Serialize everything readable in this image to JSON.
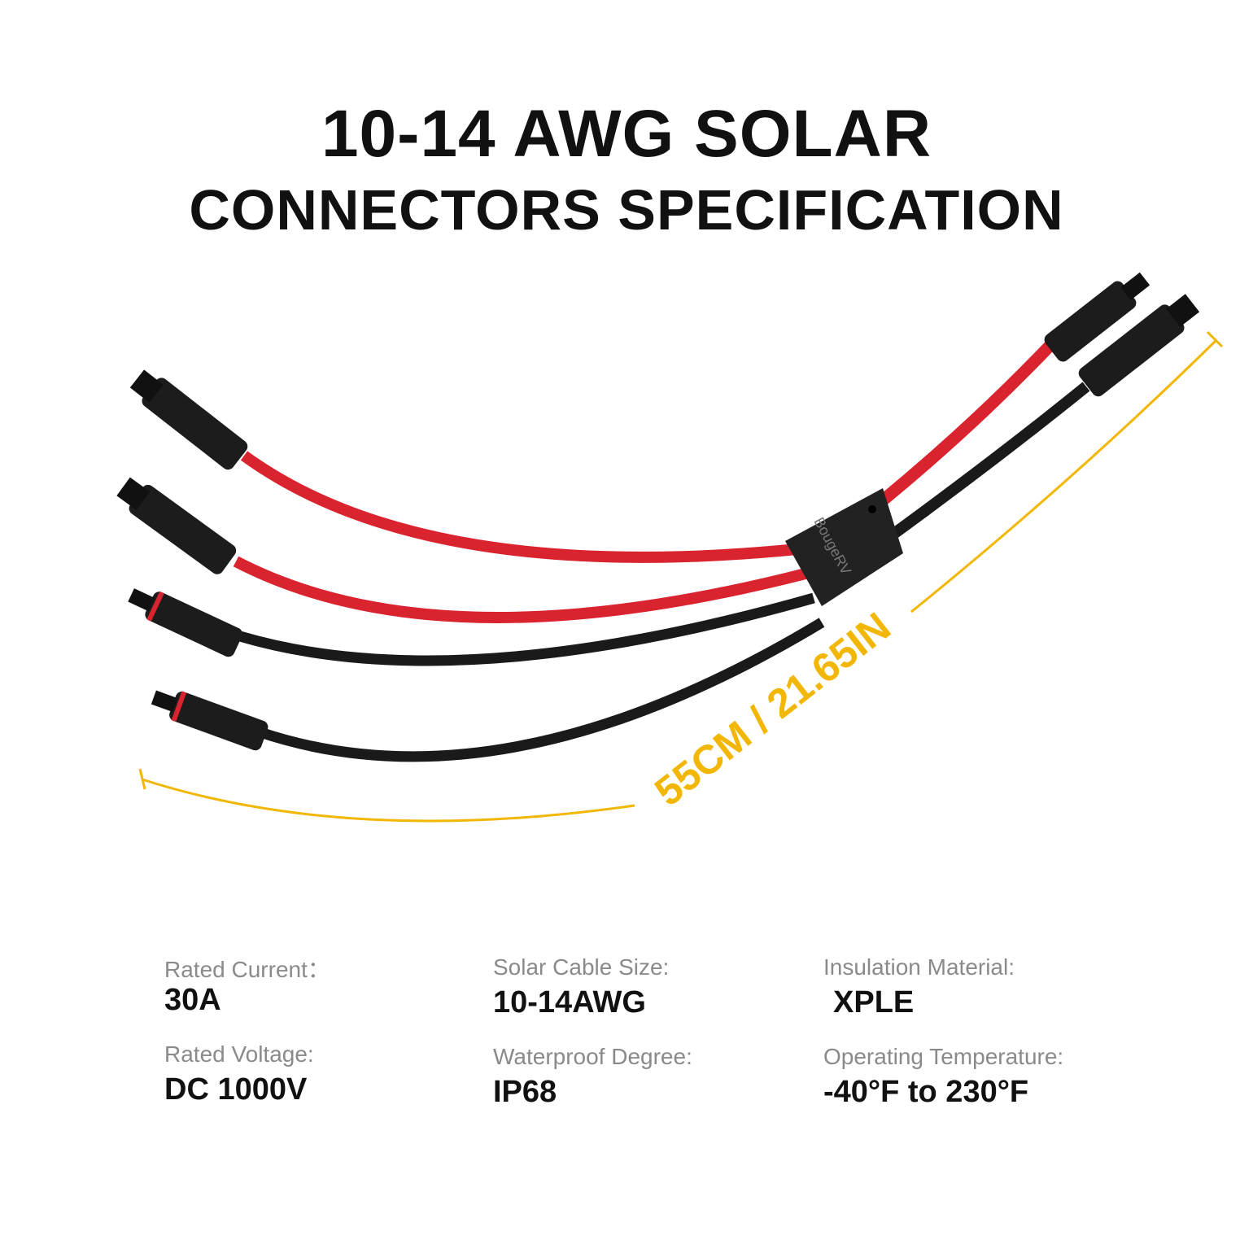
{
  "title": {
    "line1": "10-14 AWG SOLAR",
    "line2": "CONNECTORS SPECIFICATION"
  },
  "product": {
    "brand": "BougeRV",
    "length_label": "55CM / 21.65IN",
    "accent_color": "#F2B705",
    "red_cable_color": "#D9232E",
    "black_cable_color": "#1A1A1A"
  },
  "specs": [
    {
      "label": "Rated Current：",
      "value": "30A"
    },
    {
      "label": "Solar Cable Size:",
      "value": "10-14AWG"
    },
    {
      "label": "Insulation Material:",
      "value": "XPLE"
    },
    {
      "label": "Rated Voltage:",
      "value": "DC 1000V"
    },
    {
      "label": "Waterproof Degree:",
      "value": "IP68"
    },
    {
      "label": "Operating Temperature:",
      "value": "-40°F to 230°F"
    }
  ]
}
